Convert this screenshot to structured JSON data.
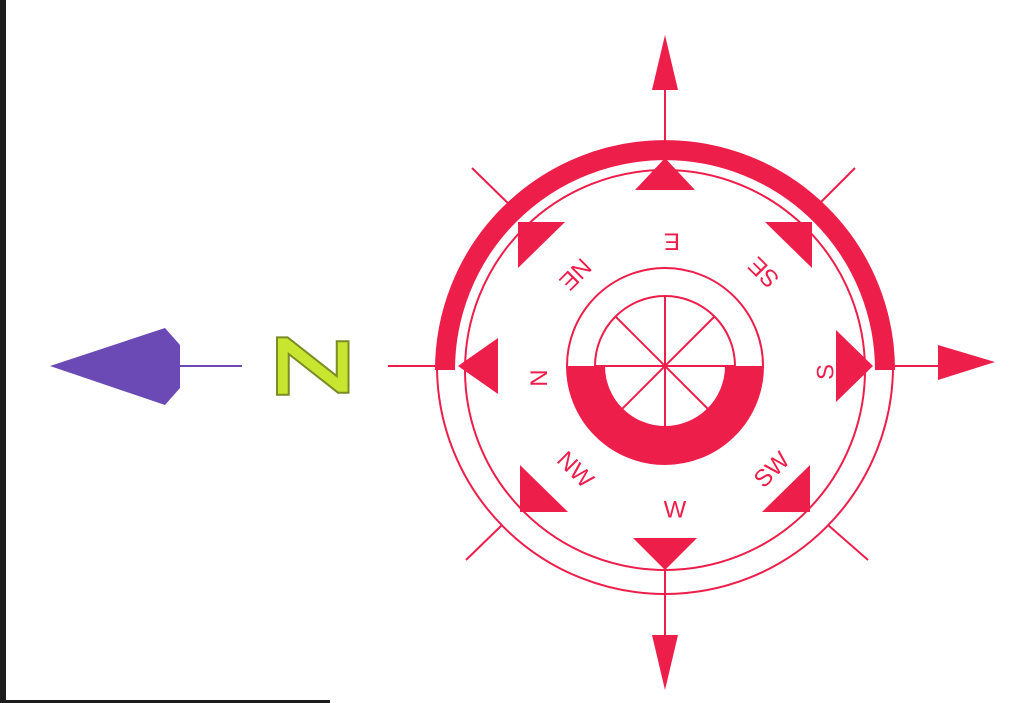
{
  "colors": {
    "compass": "#ee1e4b",
    "north_arrow": "#6b4ab5",
    "north_letter": "#c8e630",
    "north_letter_stroke": "#7c8c24",
    "frame": "#1c1c1c"
  },
  "north_letter": "Z",
  "compass_labels": {
    "east": "E",
    "north_east": "NE",
    "south_east": "SE",
    "north": "N",
    "south": "S",
    "north_west": "NW",
    "south_west": "SW",
    "west": "W"
  },
  "icons": {
    "north_arrow": "arrow-left-icon",
    "compass": "compass-rose-icon"
  }
}
